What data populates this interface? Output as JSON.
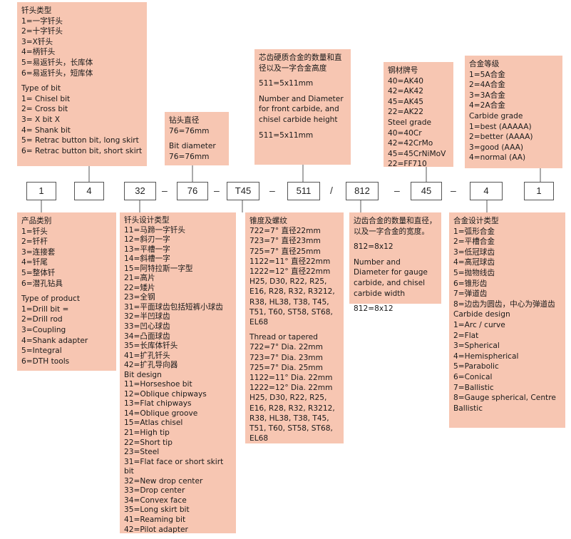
{
  "codes": [
    {
      "name": "product-type",
      "label": "1"
    },
    {
      "name": "bit-type",
      "label": "4"
    },
    {
      "name": "bit-design",
      "label": "32"
    },
    {
      "name": "bit-diameter",
      "label": "76"
    },
    {
      "name": "thread",
      "label": "T45"
    },
    {
      "name": "front-carbide",
      "label": "511"
    },
    {
      "name": "gauge-carbide",
      "label": "812"
    },
    {
      "name": "steel-grade",
      "label": "45"
    },
    {
      "name": "carbide-design",
      "label": "4"
    },
    {
      "name": "carbide-grade",
      "label": "1"
    }
  ],
  "separators": [
    "–",
    "–",
    "–",
    "/",
    "–",
    "–"
  ],
  "boxes": {
    "bit_type": [
      "钎头类型",
      "1=一字钎头",
      "2=十字钎头",
      "3=X钎头",
      "4=柄钎头",
      "5=易返钎头，长库体",
      "6=易返钎头，短库体",
      "Type of bit",
      "1= Chisel bit",
      "2= Cross bit",
      "3= X bit  X",
      "4= Shank bit",
      "5= Retrac button bit, long skirt",
      "6= Retrac button bit, short skirt"
    ],
    "bit_diameter": [
      "钻头直径",
      "76=76mm",
      "Bit diameter",
      "76=76mm"
    ],
    "front_carbide": [
      "芯齿硬质合金的数量和直径以及一字合金高度",
      "511=5x11mm",
      "Number and Diameter for front carbide, and chisel carbide height",
      "511=5x11mm"
    ],
    "steel_grade": [
      "钢材牌号",
      "40=AK40",
      "42=AK42",
      "45=AK45",
      "22=AK22",
      "Steel grade",
      "40=40Cr",
      "42=42CrMo",
      "45=45CrNiMoV",
      "22=FF710"
    ],
    "carbide_grade": [
      "合金等级",
      "1=5A合金",
      "2=4A合金",
      "3=3A合金",
      "4=2A合金",
      "Carbide grade",
      "1=best (AAAAA)",
      "2=better (AAAA)",
      "3=good (AAA)",
      "4=normal (AA)"
    ],
    "product_type": [
      "产品类别",
      "1=钎头",
      "2=钎杆",
      "3=连接套",
      "4=钎尾",
      "5=整体钎",
      "6=潜孔钻具",
      "Type of product",
      "1=Drill bit =",
      "2=Drill rod",
      "3=Coupling",
      "4=Shank adapter",
      "5=Integral",
      "6=DTH tools"
    ],
    "bit_design": [
      "钎头设计类型",
      "11=马蹄一字钎头",
      "12=斜刃一字",
      "13=平槽一字",
      "14=斜槽一字",
      "15=阿特拉斯一字型",
      "21=高片",
      "22=矮片",
      "23=全钢",
      "31=平面球齿包括短裤小球齿",
      "32=半凹球齿",
      "33=凹心球齿",
      "34=凸面球齿",
      "35=长库体钎头",
      "41=扩孔钎头",
      "42=扩孔导向器",
      "Bit design",
      "11=Horseshoe bit",
      "12=Oblique chipways",
      "13=Flat chipways",
      "14=Oblique groove",
      "15=Atlas chisel",
      "21=High tip",
      "22=Short tip",
      "23=Steel",
      "31=Flat face or short skirt bit",
      "32=New drop center",
      "33=Drop center",
      "34=Convex face",
      "35=Long skirt bit",
      " 41=Reaming bit",
      "42=Pilot adapter"
    ],
    "thread": [
      "锥度及螺纹",
      "722=7°  直径22mm",
      "723=7°  直径23mm",
      "725=7°  直径25mm",
      "1122=11°  直径22mm",
      "1222=12°  直径22mm",
      "H25, D30, R22, R25, E16, R28, R32, R3212, R38, HL38, T38, T45, T51, T60, ST58, ST68, EL68",
      "Thread or tapered",
      "722=7°  Dia. 22mm",
      "723=7°  Dia. 23mm",
      "725=7°  Dia. 25mm",
      "1122=11°  Dia. 22mm",
      "1222=12°  Dia. 22mm",
      "H25, D30, R22, R25, E16, R28, R32, R3212, R38, HL38, T38, T45, T51, T60, ST58, ST68, EL68"
    ],
    "gauge_carbide": [
      "边齿合金的数量和直径，以及一字合金的宽度。",
      "812=8x12",
      "Number and Diameter for gauge carbide, and chisel carbide width",
      "812=8x12"
    ],
    "carbide_design": [
      "合金设计类型",
      "1=弧形合金",
      "2=平槽合金",
      "3=低冠球齿",
      "4=高冠球齿",
      "5=抛物线齿",
      "6=锥形齿",
      "7=弹道齿",
      "8=边齿为圆齿，中心为弹道齿",
      "Carbide design",
      "1=Arc / curve",
      "2=Flat",
      "3=Spherical",
      "4=Hemispherical",
      "5=Parabolic",
      "6=Conical",
      "7=Ballistic",
      "8=Gauge spherical, Centre Ballistic"
    ]
  }
}
